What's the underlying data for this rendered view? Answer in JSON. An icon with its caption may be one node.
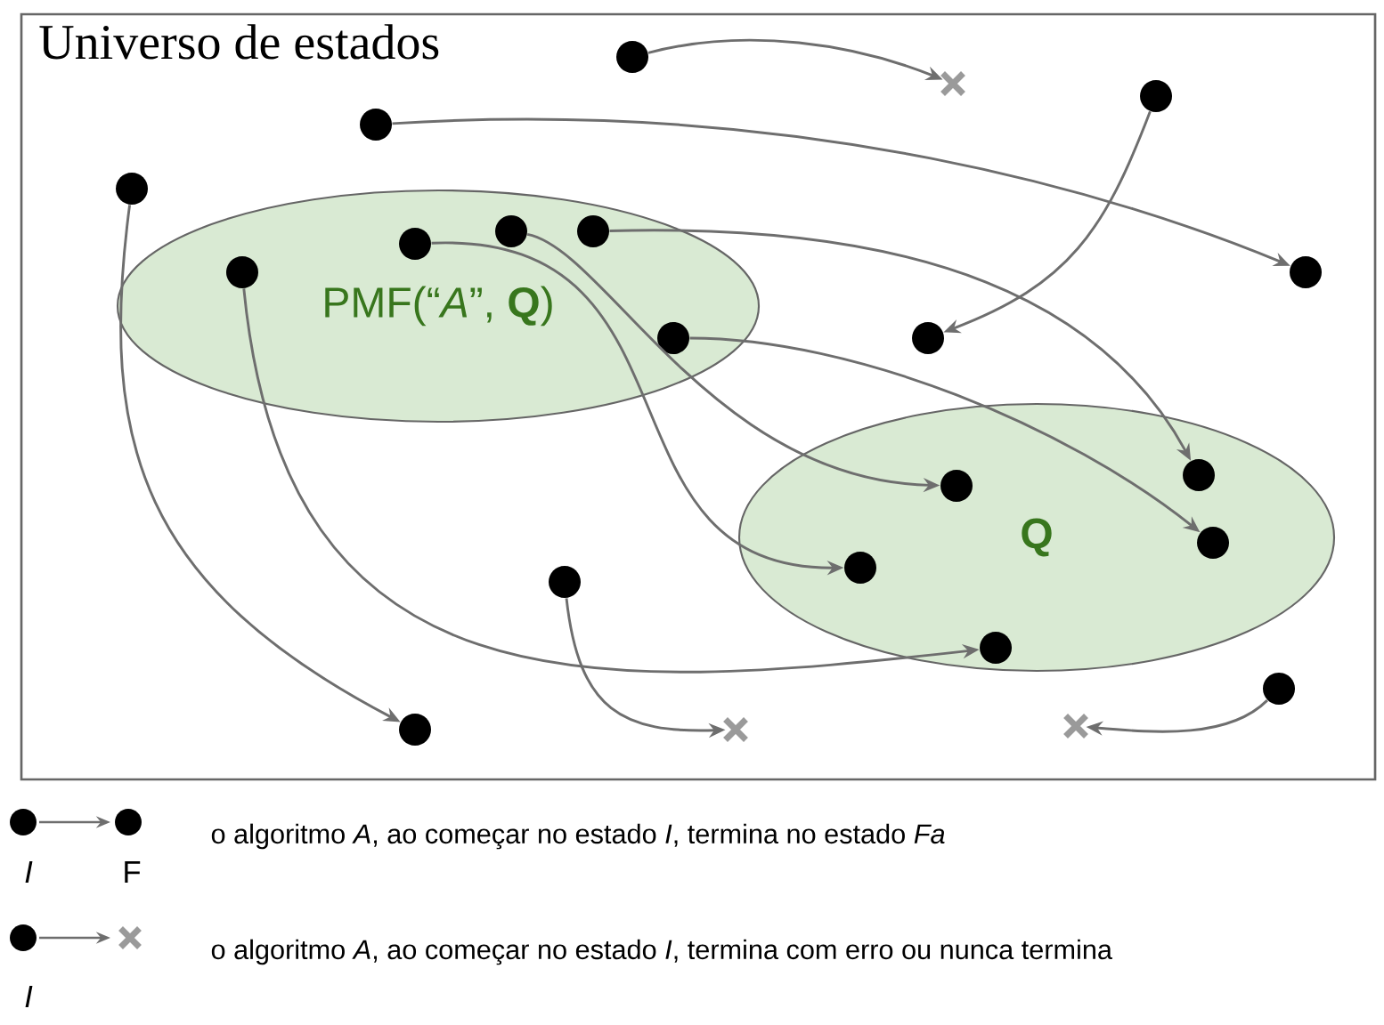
{
  "diagram": {
    "nodes": [
      {
        "text": [
          "Universo de estados"
        ]
      },
      {
        "text": [
          "PMF(“*A*”, **Q**)"
        ],
        "in": 0
      },
      {
        "text": [
          "Q"
        ],
        "in": 0
      },
      {
        "text": [],
        "shape": "circle",
        "in": 0
      },
      {
        "text": [],
        "shape": "cross",
        "in": 0
      },
      {
        "text": [],
        "shape": "circle",
        "in": 0
      },
      {
        "text": [],
        "shape": "circle",
        "in": 0
      },
      {
        "text": [],
        "shape": "circle",
        "in": 0
      },
      {
        "text": [],
        "shape": "circle",
        "in": 1
      },
      {
        "text": [],
        "shape": "circle",
        "in": 1
      },
      {
        "text": [],
        "shape": "circle",
        "in": 1
      },
      {
        "text": [],
        "shape": "circle",
        "in": 1
      },
      {
        "text": [],
        "shape": "circle",
        "in": 0
      },
      {
        "text": [],
        "shape": "circle",
        "in": 1
      },
      {
        "text": [],
        "shape": "circle",
        "in": 0
      },
      {
        "text": [],
        "shape": "circle",
        "in": 2
      },
      {
        "text": [],
        "shape": "circle",
        "in": 2
      },
      {
        "text": [],
        "shape": "circle",
        "in": 2
      },
      {
        "text": [],
        "shape": "circle",
        "in": 2
      },
      {
        "text": [],
        "shape": "circle",
        "in": 0
      },
      {
        "text": [],
        "shape": "circle",
        "in": 2
      },
      {
        "text": [],
        "shape": "circle",
        "in": 0
      },
      {
        "text": [],
        "shape": "cross",
        "in": 0
      },
      {
        "text": [],
        "shape": "circle",
        "in": 0
      },
      {
        "text": [],
        "shape": "cross",
        "in": 0
      }
    ],
    "edges": [
      {
        "from": 3,
        "to": 4,
        "arrow": "to"
      },
      {
        "from": 6,
        "to": 12,
        "arrow": "to"
      },
      {
        "from": 5,
        "to": 14,
        "arrow": "to"
      },
      {
        "from": 7,
        "to": 23,
        "arrow": "to"
      },
      {
        "from": 11,
        "to": 20,
        "arrow": "to"
      },
      {
        "from": 10,
        "to": 18,
        "arrow": "to"
      },
      {
        "from": 9,
        "to": 16,
        "arrow": "to"
      },
      {
        "from": 8,
        "to": 15,
        "arrow": "to"
      },
      {
        "from": 13,
        "to": 17,
        "arrow": "to"
      },
      {
        "from": 19,
        "to": 24,
        "arrow": "to"
      },
      {
        "from": 21,
        "to": 22,
        "arrow": "to"
      }
    ],
    "labels": [
      "I",
      "F",
      "I"
    ],
    "legend": [
      {
        "text": "o algoritmo *A*, ao começar no estado *I*, termina no estado *Fa*"
      },
      {
        "text": "o algoritmo *A*, ao começar no estado *I*, termina com erro ou nunca termina"
      }
    ]
  }
}
